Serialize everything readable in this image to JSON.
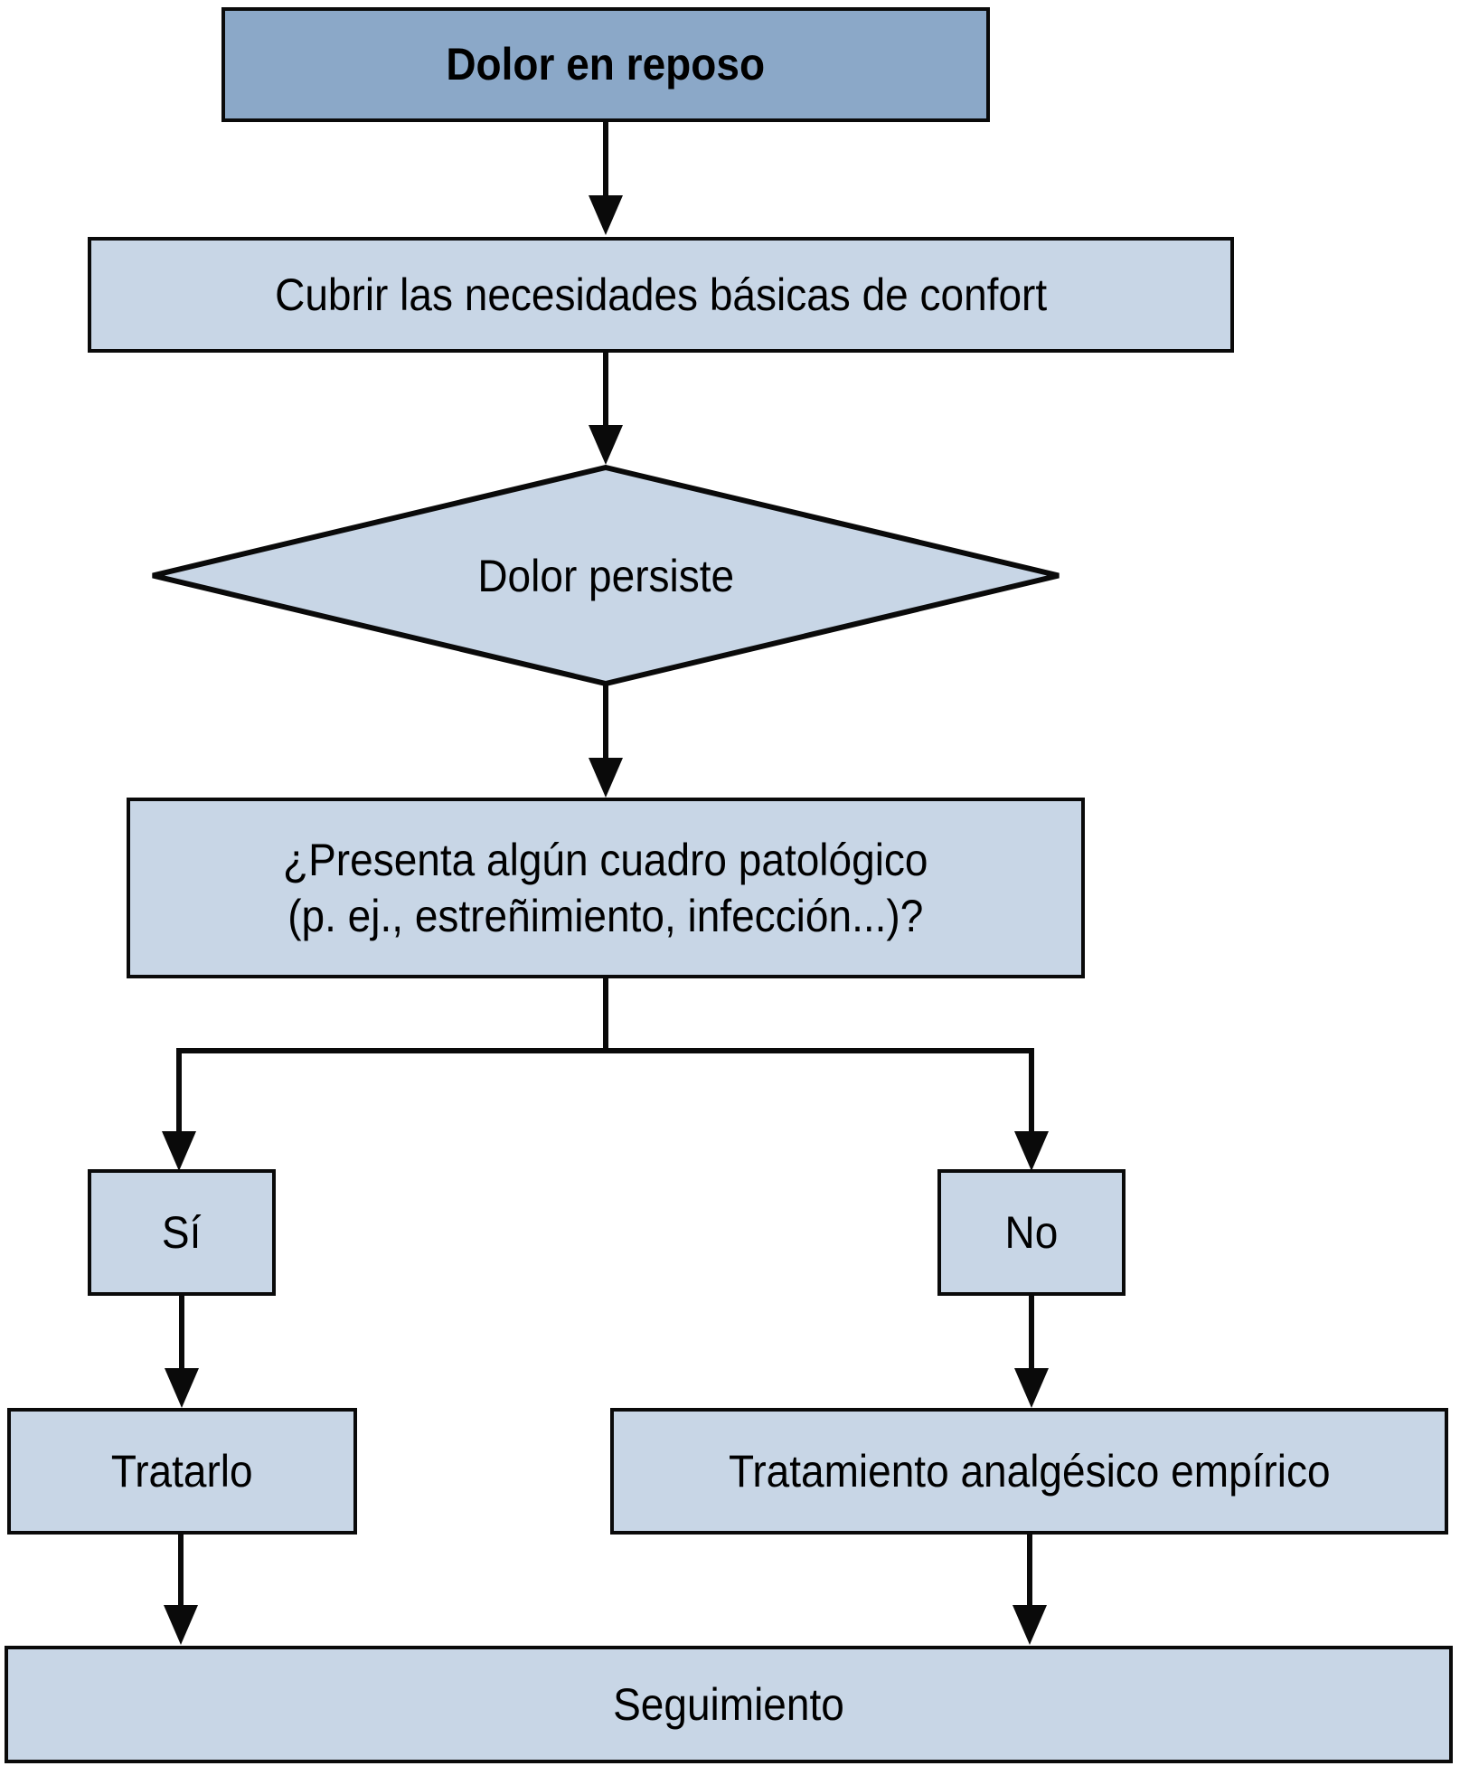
{
  "diagram": {
    "type": "flowchart",
    "language": "es",
    "colors": {
      "header_fill": "#8ba8c8",
      "node_fill": "#c8d6e6",
      "line": "#0a0a0a",
      "text": "#000000",
      "background": "#ffffff"
    },
    "nodes": {
      "start": {
        "label": "Dolor en reposo",
        "shape": "rectangle",
        "emphasis": "bold-header"
      },
      "comfort": {
        "label": "Cubrir las necesidades básicas de confort",
        "shape": "rectangle"
      },
      "decision": {
        "label": "Dolor persiste",
        "shape": "diamond"
      },
      "question": {
        "label_line1": "¿Presenta algún cuadro patológico",
        "label_line2": "(p. ej., estreñimiento, infección...)?",
        "shape": "rectangle"
      },
      "yes": {
        "label": "Sí",
        "shape": "rectangle"
      },
      "no": {
        "label": "No",
        "shape": "rectangle"
      },
      "treat": {
        "label": "Tratarlo",
        "shape": "rectangle"
      },
      "empirical": {
        "label": "Tratamiento analgésico empírico",
        "shape": "rectangle"
      },
      "followup": {
        "label": "Seguimiento",
        "shape": "rectangle"
      }
    },
    "edges": [
      {
        "from": "start",
        "to": "comfort"
      },
      {
        "from": "comfort",
        "to": "decision"
      },
      {
        "from": "decision",
        "to": "question"
      },
      {
        "from": "question",
        "to": "yes"
      },
      {
        "from": "question",
        "to": "no"
      },
      {
        "from": "yes",
        "to": "treat"
      },
      {
        "from": "no",
        "to": "empirical"
      },
      {
        "from": "treat",
        "to": "followup"
      },
      {
        "from": "empirical",
        "to": "followup"
      }
    ]
  }
}
